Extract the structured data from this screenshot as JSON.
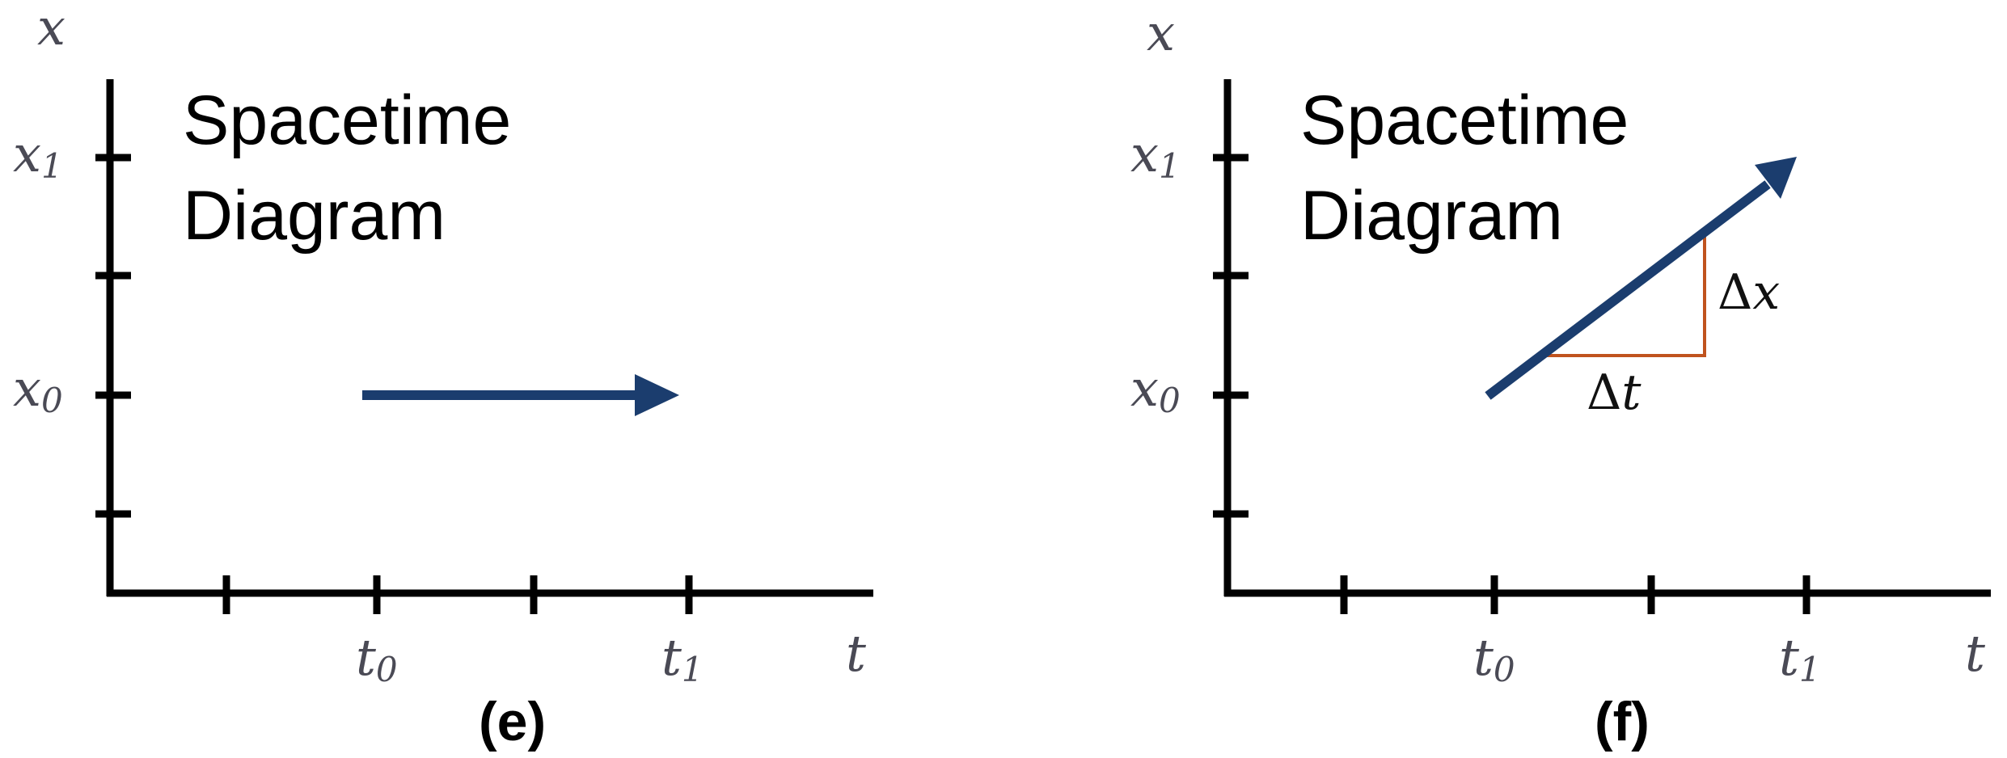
{
  "colors": {
    "axis": "#000000",
    "arrow": "#1b3d6e",
    "triangle": "#c0531e",
    "label": "#4a4a55"
  },
  "panels": [
    {
      "id": "e",
      "title_line1": "Spacetime",
      "title_line2": "Diagram",
      "caption": "(e)",
      "y_axis_label": "x",
      "x_axis_label": "t",
      "y_ticks": {
        "x1": "x",
        "x1_sub": "1",
        "x0": "x",
        "x0_sub": "0"
      },
      "x_ticks": {
        "t0": "t",
        "t0_sub": "0",
        "t1": "t",
        "t1_sub": "1"
      },
      "worldline": "horizontal",
      "arrow_icon": "arrow-right-icon"
    },
    {
      "id": "f",
      "title_line1": "Spacetime",
      "title_line2": "Diagram",
      "caption": "(f)",
      "y_axis_label": "x",
      "x_axis_label": "t",
      "y_ticks": {
        "x1": "x",
        "x1_sub": "1",
        "x0": "x",
        "x0_sub": "0"
      },
      "x_ticks": {
        "t0": "t",
        "t0_sub": "0",
        "t1": "t",
        "t1_sub": "1"
      },
      "worldline": "diagonal",
      "arrow_icon": "arrow-up-right-icon",
      "delta_x": {
        "symbol": "Δ",
        "var": "x"
      },
      "delta_t": {
        "symbol": "Δ",
        "var": "t"
      }
    }
  ]
}
